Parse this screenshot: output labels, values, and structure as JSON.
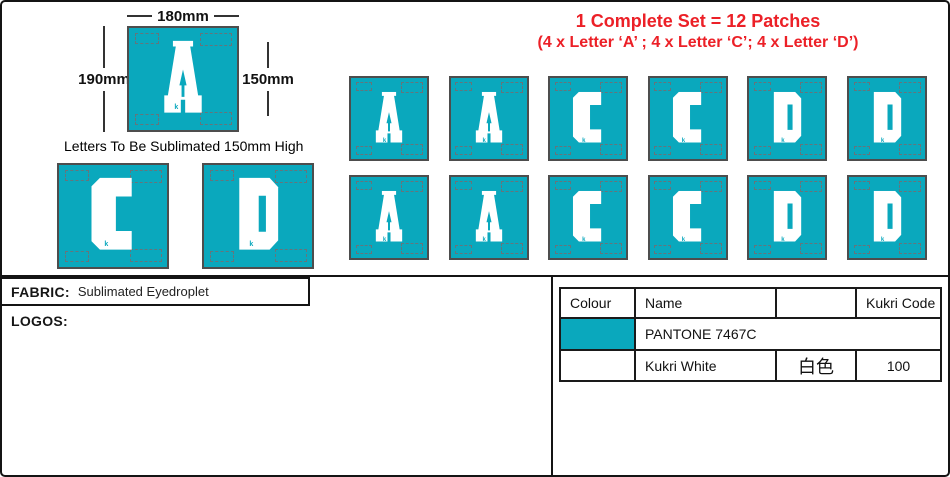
{
  "colors": {
    "teal": "#0aa8bd",
    "red": "#ec2027",
    "patch_border": "#4d4d4d"
  },
  "spec": {
    "width_label": "180mm",
    "left_height_label": "190mm",
    "right_height_label": "150mm",
    "note": "Letters To Be Sublimated 150mm High",
    "sample_letter": "A",
    "extra_patches": [
      "C",
      "D"
    ]
  },
  "heading": {
    "line1": "1 Complete Set = 12 Patches",
    "line2": "(4 x Letter ‘A’ ;   4 x Letter ‘C’;   4 x Letter ‘D’)"
  },
  "patch_grid": {
    "rows": [
      [
        "A",
        "A",
        "C",
        "C",
        "D",
        "D"
      ],
      [
        "A",
        "A",
        "C",
        "C",
        "D",
        "D"
      ]
    ]
  },
  "watermark": "k",
  "fabric": {
    "label": "FABRIC:",
    "value": "Sublimated Eyedroplet"
  },
  "logos_label": "LOGOS:",
  "color_table": {
    "headers": [
      "Colour",
      "Name",
      "",
      "Kukri Code"
    ],
    "rows": [
      {
        "swatch": "teal",
        "name": "PANTONE 7467C",
        "chinese": "",
        "code": ""
      },
      {
        "swatch": "none",
        "name": "Kukri White",
        "chinese": "白色",
        "code": "100"
      }
    ]
  }
}
